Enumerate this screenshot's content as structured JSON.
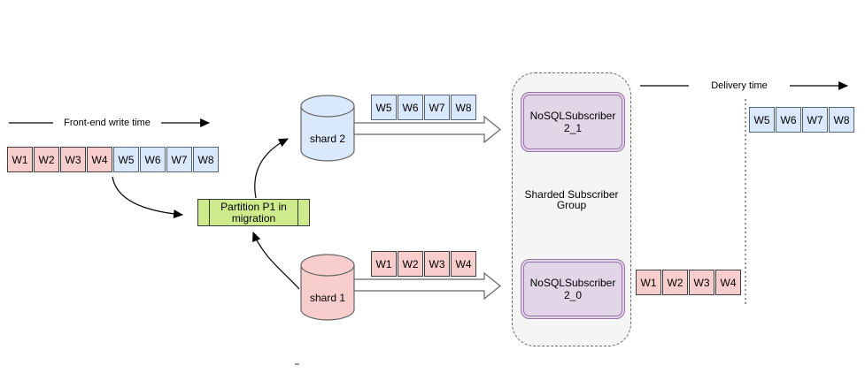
{
  "diagram": {
    "frontend_axis": "Front-end write time",
    "delivery_axis": "Delivery time",
    "partition_box": "Partition P1 in migration",
    "shard2_label": "shard 2",
    "shard1_label": "shard 1",
    "group_label": "Sharded Subscriber Group",
    "subscriber_2_1": "NoSQLSubscriber 2_1",
    "subscriber_2_0": "NoSQLSubscriber 2_0"
  },
  "queues": {
    "frontend": [
      "W1",
      "W2",
      "W3",
      "W4",
      "W5",
      "W6",
      "W7",
      "W8"
    ],
    "shard2": [
      "W5",
      "W6",
      "W7",
      "W8"
    ],
    "shard1": [
      "W1",
      "W2",
      "W3",
      "W4"
    ],
    "delivered_shard2": [
      "W5",
      "W6",
      "W7",
      "W8"
    ],
    "delivered_shard1": [
      "W1",
      "W2",
      "W3",
      "W4"
    ]
  },
  "colors": {
    "write_early": "#f8cecc",
    "write_late": "#dae8fc",
    "partition": "#cdeb8b",
    "subscriber_fill": "#e1d5e7",
    "subscriber_border": "#9673a6",
    "group_fill": "#f5f5f5"
  }
}
